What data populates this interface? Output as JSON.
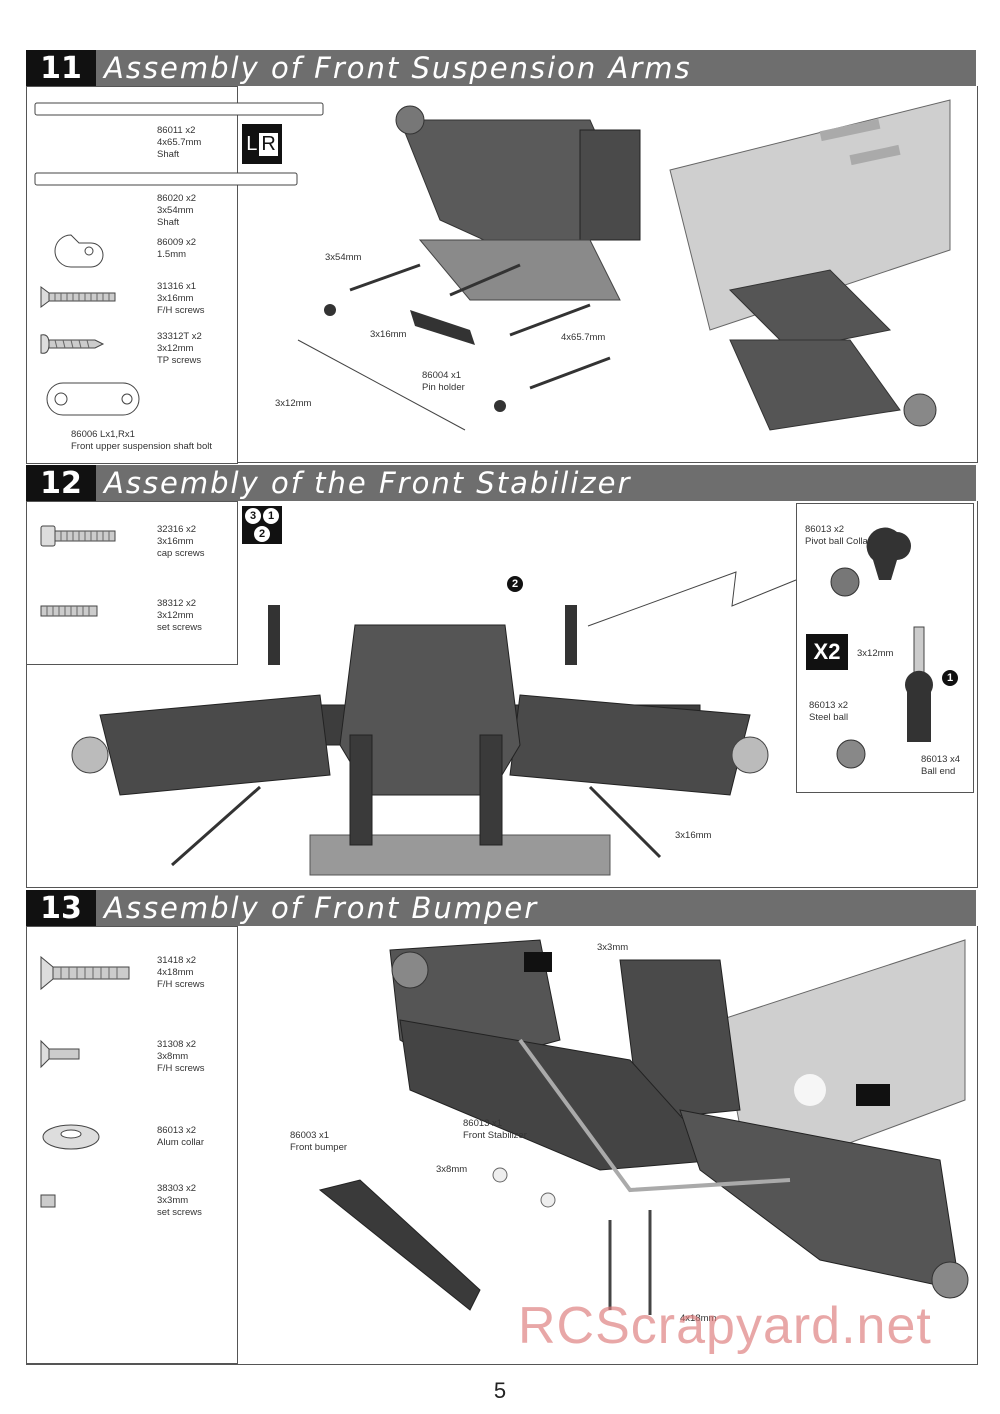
{
  "page_number": "5",
  "watermark": "RCScrapyard.net",
  "colors": {
    "header_bg": "#6e6e6e",
    "number_bg": "#111111",
    "line": "#555555"
  },
  "step11": {
    "number": "11",
    "title": "Assembly of Front Suspension Arms",
    "badge_l": "L",
    "badge_r": "R",
    "parts": [
      {
        "label": "86011  x2\n4x65.7mm\nShaft"
      },
      {
        "label": "86020  x2\n3x54mm\nShaft"
      },
      {
        "label": "86009  x2\n1.5mm"
      },
      {
        "label": "31316  x1\n3x16mm\nF/H screws"
      },
      {
        "label": "33312T  x2\n3x12mm\nTP screws"
      },
      {
        "label": "86006  Lx1,Rx1\nFront upper suspension shaft bolt"
      }
    ],
    "callouts": [
      {
        "label": "3x54mm"
      },
      {
        "label": "3x16mm"
      },
      {
        "label": "86004  x1\nPin holder"
      },
      {
        "label": "4x65.7mm"
      },
      {
        "label": "3x12mm"
      }
    ]
  },
  "step12": {
    "number": "12",
    "title": "Assembly of the Front Stabilizer",
    "parts": [
      {
        "label": "32316  x2\n3x16mm\ncap screws"
      },
      {
        "label": "38312  x2\n3x12mm\nset screws"
      }
    ],
    "sequence": [
      "3",
      "1",
      "2"
    ],
    "step_marker": "2",
    "inset": {
      "items": [
        {
          "label": "86013  x2\nPivot ball Collar"
        },
        {
          "label": "3x12mm"
        },
        {
          "label": "86013  x2\nSteel ball"
        },
        {
          "label": "86013  x4\nBall end"
        }
      ],
      "multiplier": "X2",
      "marker": "1"
    },
    "callouts": [
      {
        "label": "3x16mm"
      }
    ]
  },
  "step13": {
    "number": "13",
    "title": "Assembly of Front Bumper",
    "parts": [
      {
        "label": "31418  x2\n4x18mm\nF/H screws"
      },
      {
        "label": "31308  x2\n3x8mm\nF/H screws"
      },
      {
        "label": "86013  x2\nAlum collar"
      },
      {
        "label": "38303  x2\n3x3mm\nset screws"
      }
    ],
    "callouts": [
      {
        "label": "3x3mm"
      },
      {
        "label": "86013  x1\nFront Stabilizer"
      },
      {
        "label": "86003  x1\nFront bumper"
      },
      {
        "label": "3x8mm"
      },
      {
        "label": "4x18mm"
      }
    ]
  }
}
